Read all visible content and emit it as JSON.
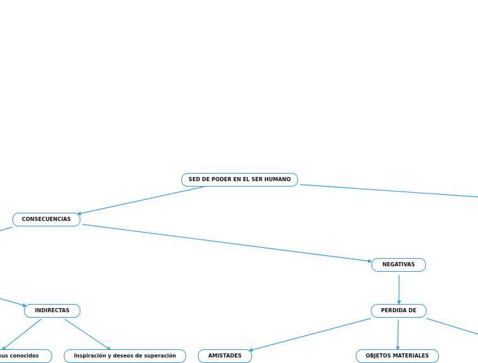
{
  "theme": {
    "line_color": "#3aa0d8",
    "node_border_color": "#3aa0d8",
    "text_color": "#111111",
    "background": "#ffffff"
  },
  "nodes": {
    "root": "SED DE PODER EN EL SER HUMANO",
    "consecuencias": "CONSECUENCIAS",
    "negativas": "NEGATIVAS",
    "indirectas": "INDIRECTAS",
    "perdida_de": "PERDIDA DE",
    "sus_conocidos": "sus conocidos",
    "inspiracion": "Inspiración y deseos de superación",
    "amistades": "AMISTADES",
    "objetos_materiales": "OBJETOS MATERIALES"
  }
}
